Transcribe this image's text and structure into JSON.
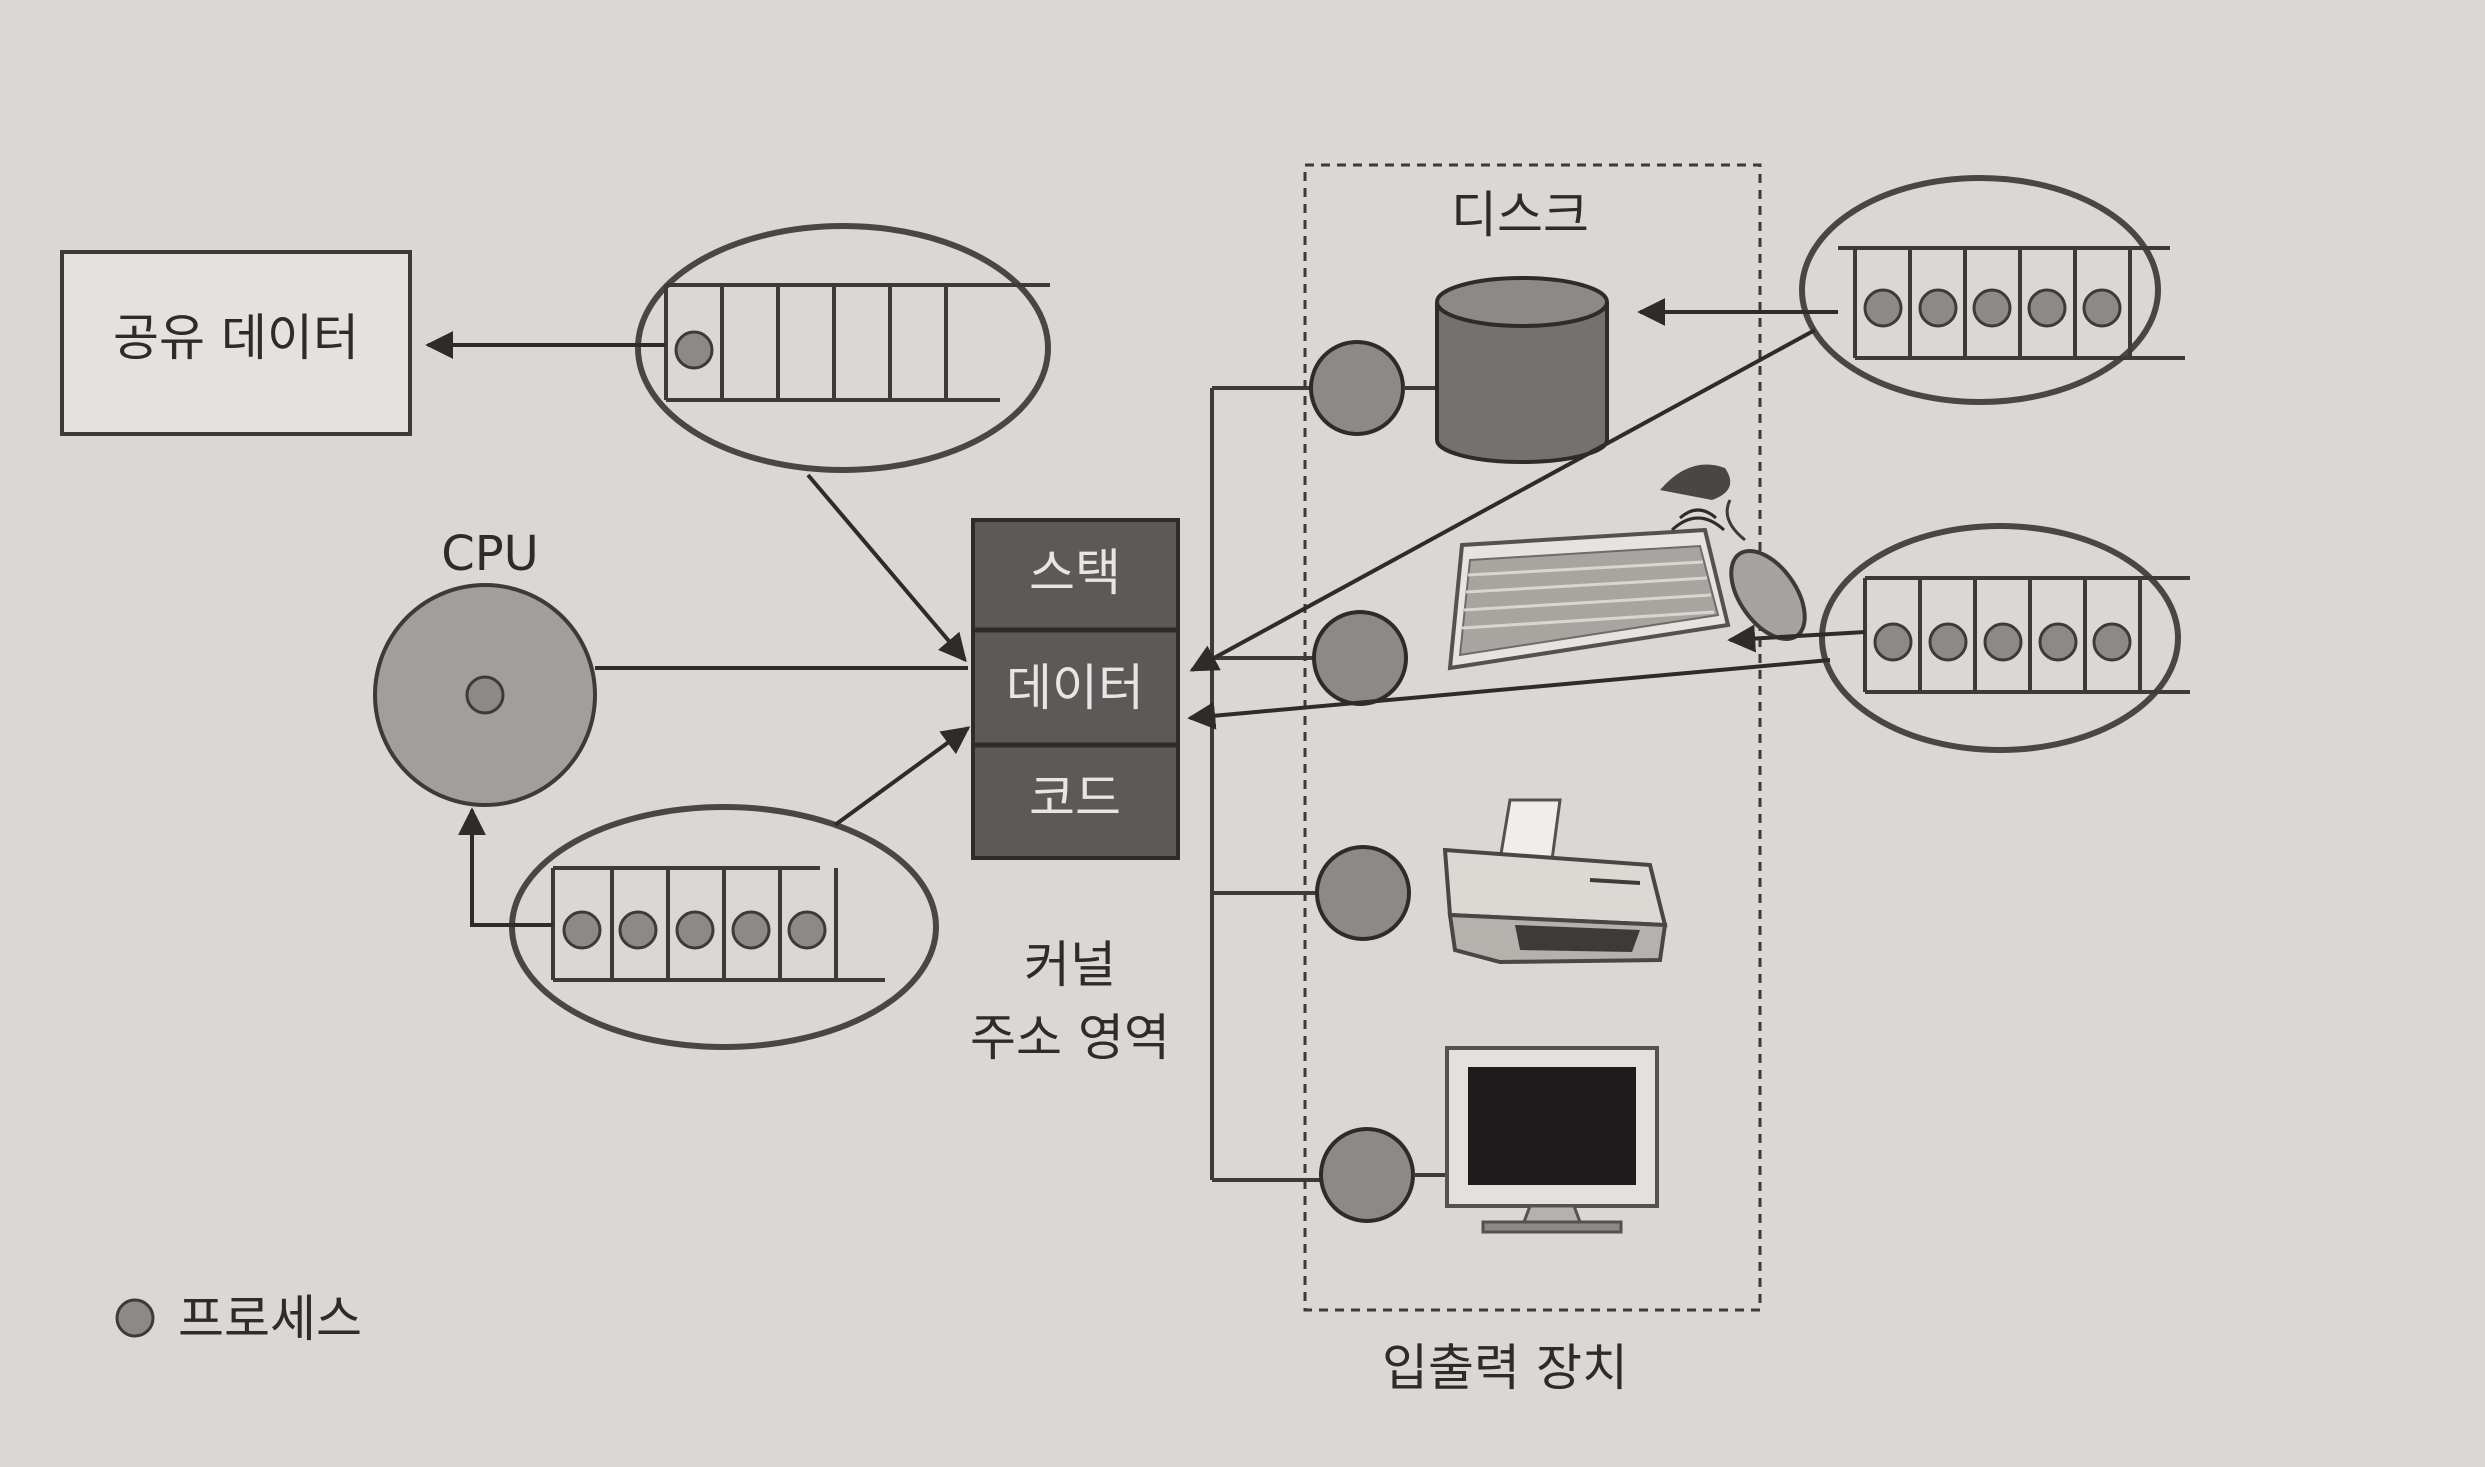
{
  "labels": {
    "shared_data": "공유 데이터",
    "cpu": "CPU",
    "disk": "디스크",
    "kernel_stack": "스택",
    "kernel_data": "데이터",
    "kernel_code": "코드",
    "kernel_title_line1": "커널",
    "kernel_title_line2": "주소 영역",
    "io_devices": "입출력 장치",
    "legend_process": "프로세스"
  },
  "queues": {
    "shared_data_queue_processes": 1,
    "ready_queue_processes": 5,
    "disk_queue_processes": 5,
    "keyboard_queue_processes": 5
  },
  "icons": [
    "disk-icon",
    "keyboard-mouse-icon",
    "printer-icon",
    "monitor-icon"
  ],
  "colors": {
    "process": "#8d8986",
    "line": "#3d3a39",
    "kernel_block": "#5c5959",
    "background": "#d9d8d6"
  }
}
